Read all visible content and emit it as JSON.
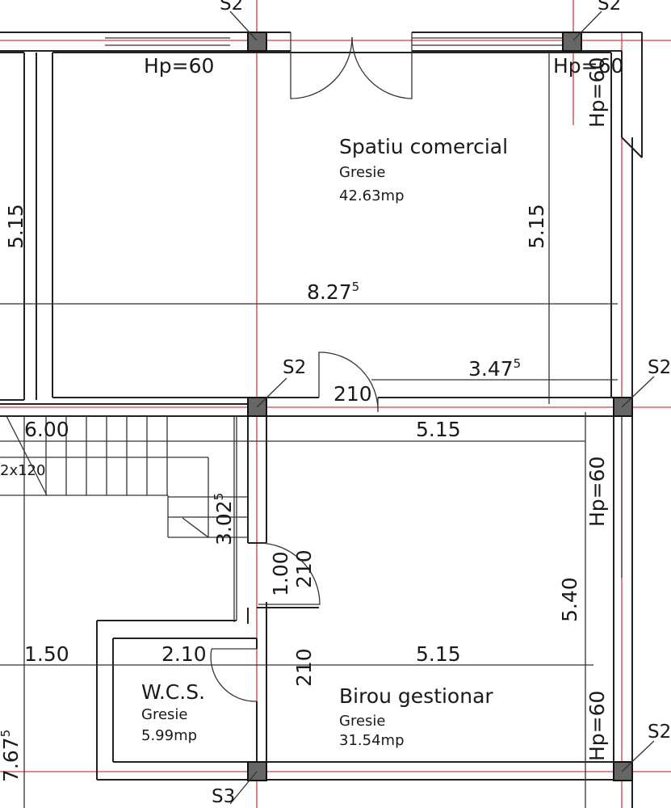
{
  "rooms": {
    "spatiu": {
      "name": "Spatiu comercial",
      "floor": "Gresie",
      "area": "42.63mp"
    },
    "birou": {
      "name": "Birou gestionar",
      "floor": "Gresie",
      "area": "31.54mp"
    },
    "wcs": {
      "name": "W.C.S.",
      "floor": "Gresie",
      "area": "5.99mp"
    }
  },
  "dimensions": {
    "hp_top_left": "Hp=60",
    "hp_top_right": "Hp=60",
    "hp_right_vertical": "Hp=60",
    "hp_birou_upper": "Hp=60",
    "hp_birou_lower": "Hp=60",
    "left_515": "5.15",
    "spatiu_height": "5.15",
    "spatiu_width": {
      "base": "8.27",
      "sup": "5"
    },
    "door_offset": {
      "base": "3.47",
      "sup": "5"
    },
    "door_210_top": "210",
    "stair_600": "6.00",
    "stair_120": "2x120",
    "birou_top_width": "5.15",
    "stair_height": {
      "base": "3.02",
      "sup": "5"
    },
    "door_width": "1.00",
    "door_height": "210",
    "birou_height": "5.40",
    "left_150": "1.50",
    "wcs_width": "2.10",
    "wcs_door": "210",
    "birou_width": "5.15",
    "total_height": {
      "base": "7.67",
      "sup": "5"
    }
  },
  "columns": {
    "top_left": "S2",
    "top_right": "S2",
    "middle": "S2",
    "middle_right": "S2",
    "bottom_right": "S2",
    "bottom_left": "S3"
  },
  "colors": {
    "grid_axis": "#d04040",
    "wall": "#222222",
    "column_fill": "#666666"
  }
}
